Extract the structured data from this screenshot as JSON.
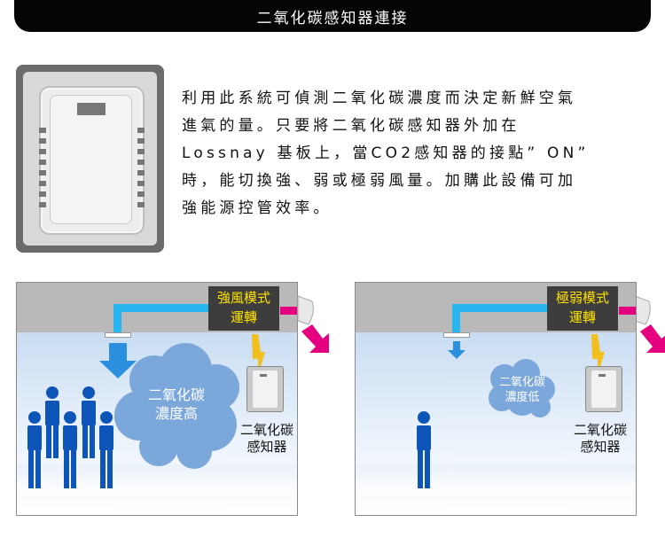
{
  "header": {
    "title": "二氧化碳感知器連接"
  },
  "description": {
    "lines": [
      "利用此系統可偵測二氧化碳濃度而決定新鮮空氣",
      "進氣的量。只要將二氧化碳感知器外加在",
      "Lossnay 基板上，當CO2感知器的接點” ON”",
      "時，能切換強、弱或極弱風量。加購此設備可加",
      "強能源控管效率。"
    ]
  },
  "left_panel": {
    "mode_line1": "強風模式",
    "mode_line2": "運轉",
    "cloud_line1": "二氧化碳",
    "cloud_line2": "濃度高",
    "sensor_line1": "二氧化碳",
    "sensor_line2": "感知器"
  },
  "right_panel": {
    "mode_line1": "極弱模式",
    "mode_line2": "運轉",
    "cloud_line1": "二氧化碳",
    "cloud_line2": "濃度低",
    "sensor_line1": "二氧化碳",
    "sensor_line2": "感知器"
  },
  "colors": {
    "duct_supply": "#29b6f0",
    "duct_exhaust": "#e4007f",
    "airflow_arrow": "#2b8fe0",
    "people": "#0d55b8",
    "cloud": "#7ba7db",
    "mode_text": "#ffe100"
  },
  "icons": [
    "co2-sensor-device-icon",
    "lightning-bolt-icon",
    "person-icon",
    "airflow-arrow-icon",
    "exhaust-arrow-icon",
    "duct-hood-icon"
  ]
}
